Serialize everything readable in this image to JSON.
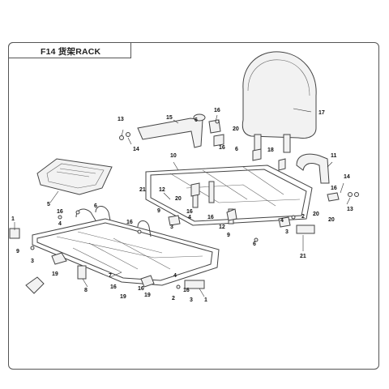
{
  "diagram": {
    "title": "F14 货架RACK",
    "callouts": {
      "c1a": "1",
      "c1b": "1",
      "c2a": "2",
      "c2b": "2",
      "c3a": "3",
      "c3b": "3",
      "c3c": "3",
      "c3d": "3",
      "c4a": "4",
      "c4b": "4",
      "c4c": "4",
      "c5": "5",
      "c6a": "6",
      "c6b": "6",
      "c6c": "6",
      "c6d": "6",
      "c7": "7",
      "c8": "8",
      "c9a": "9",
      "c9b": "9",
      "c10": "10",
      "c11": "11",
      "c12": "12",
      "c13a": "13",
      "c13b": "13",
      "c14a": "14",
      "c14b": "14",
      "c15": "15",
      "c16a": "16",
      "c16b": "16",
      "c16c": "16",
      "c16d": "16",
      "c16e": "16",
      "c16f": "16",
      "c16g": "16",
      "c17": "17",
      "c18": "18",
      "c19a": "19",
      "c19b": "19",
      "c19c": "19",
      "c20a": "20",
      "c20b": "20",
      "c20c": "20",
      "c20d": "20",
      "c21a": "21",
      "c21b": "21"
    }
  }
}
